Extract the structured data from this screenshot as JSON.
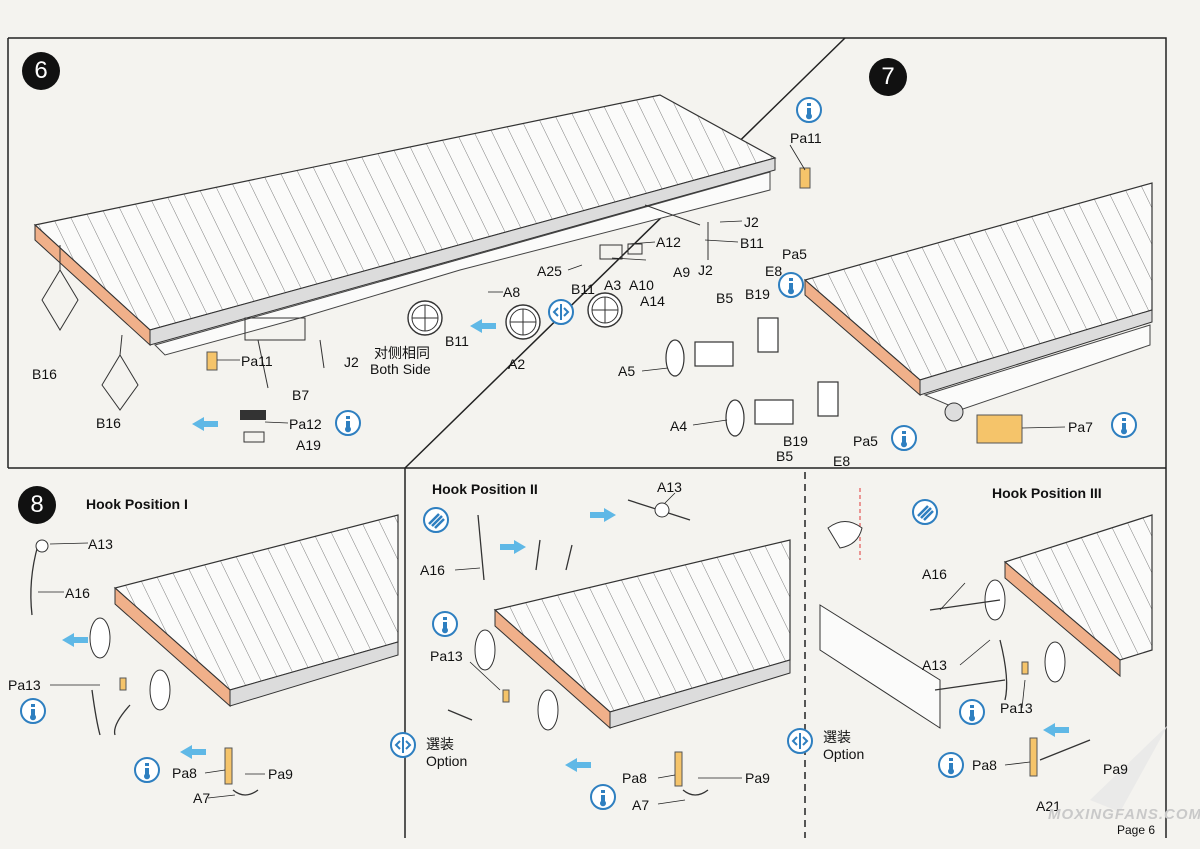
{
  "steps": {
    "s6": {
      "number": "6"
    },
    "s7": {
      "number": "7"
    },
    "s8": {
      "number": "8"
    }
  },
  "hook_titles": {
    "pos1": "Hook Position I",
    "pos2": "Hook Position II",
    "pos3": "Hook Position III"
  },
  "notes": {
    "both_side_cn": "对侧相同",
    "both_side_en": "Both Side",
    "option_cn": "選装",
    "option_en": "Option"
  },
  "parts": {
    "s6": {
      "pa11_top": "Pa11",
      "j2_a": "J2",
      "b11_a": "B11",
      "a12": "A12",
      "j2_b": "J2",
      "a9": "A9",
      "a10": "A10",
      "a25": "A25",
      "a3": "A3",
      "b11_b": "B11",
      "a14": "A14",
      "a8": "A8",
      "b11_c": "B11",
      "a2": "A2",
      "j2_c": "J2",
      "b7": "B7",
      "pa11_b": "Pa11",
      "b16_a": "B16",
      "b16_b": "B16",
      "pa12": "Pa12",
      "a19": "A19"
    },
    "s7": {
      "pa5_a": "Pa5",
      "e8_a": "E8",
      "b19_a": "B19",
      "b5_a": "B5",
      "a5": "A5",
      "a4": "A4",
      "b19_b": "B19",
      "b5_b": "B5",
      "pa5_b": "Pa5",
      "e8_b": "E8",
      "pa7": "Pa7"
    },
    "s8_1": {
      "a13": "A13",
      "a16": "A16",
      "pa13": "Pa13",
      "pa8": "Pa8",
      "pa9": "Pa9",
      "a7": "A7"
    },
    "s8_2": {
      "a13": "A13",
      "a16": "A16",
      "pa13": "Pa13",
      "pa8": "Pa8",
      "pa9": "Pa9",
      "a7": "A7"
    },
    "s8_3": {
      "a16": "A16",
      "a13": "A13",
      "pa13": "Pa13",
      "pa8": "Pa8",
      "pa9": "Pa9",
      "a21": "A21"
    }
  },
  "footer": {
    "page": "Page 6",
    "watermark": "MOXINGFANS.COM"
  },
  "colors": {
    "deck_end": "#f0b08a",
    "decal": "#f5c46a",
    "icon_blue": "#2e7fc0",
    "arrow_blue": "#5fb8e6",
    "line": "#333333"
  }
}
